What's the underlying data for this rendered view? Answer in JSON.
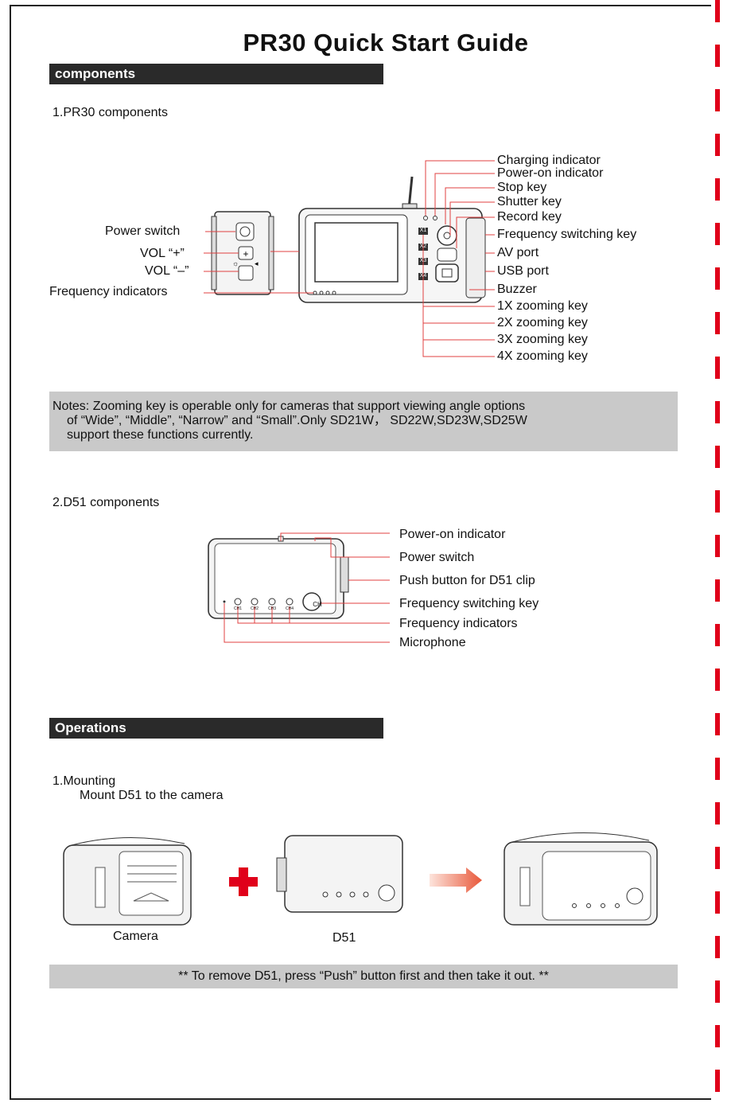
{
  "title": "PR30  Quick Start Guide",
  "sections": {
    "components": "components",
    "operations": "Operations"
  },
  "pr30": {
    "heading": "1.PR30 components",
    "left_labels": [
      "Power switch",
      "VOL “+”",
      "VOL “–”",
      "Frequency indicators"
    ],
    "right_labels": [
      "Charging indicator",
      "Power-on indicator",
      "Stop key",
      "Shutter key",
      "Record key",
      "Frequency switching key",
      "AV port",
      "USB port",
      "Buzzer",
      "1X zooming key",
      "2X zooming key",
      "3X zooming key",
      "4X zooming key"
    ],
    "zoom_marks": [
      "X1",
      "X2",
      "X3",
      "X4"
    ]
  },
  "notes": {
    "line1": "Notes: Zooming key is operable only for cameras that support viewing angle options",
    "line2": "of “Wide”, “Middle”, “Narrow” and “Small”.Only SD21W， SD22W,SD23W,SD25W",
    "line3": "support these functions currently."
  },
  "d51": {
    "heading": "2.D51 components",
    "labels": [
      "Power-on indicator",
      "Power switch",
      "Push button for D51 clip",
      "Frequency switching key",
      "Frequency indicators",
      "Microphone"
    ],
    "channel_marks": [
      "CH1",
      "CH2",
      "CH3",
      "CH4"
    ],
    "button_mark": "CH"
  },
  "operations": {
    "step1": "1.Mounting",
    "step1_detail": "Mount D51 to the camera",
    "camera_caption": "Camera",
    "d51_caption": "D51",
    "remove_note": "** To remove D51, press “Push” button first and then take it out. **"
  },
  "colors": {
    "accent_red": "#e0001a",
    "section_bar": "#2a2a2a",
    "note_bg": "#c9c9c9",
    "leader_line": "#e04040"
  }
}
